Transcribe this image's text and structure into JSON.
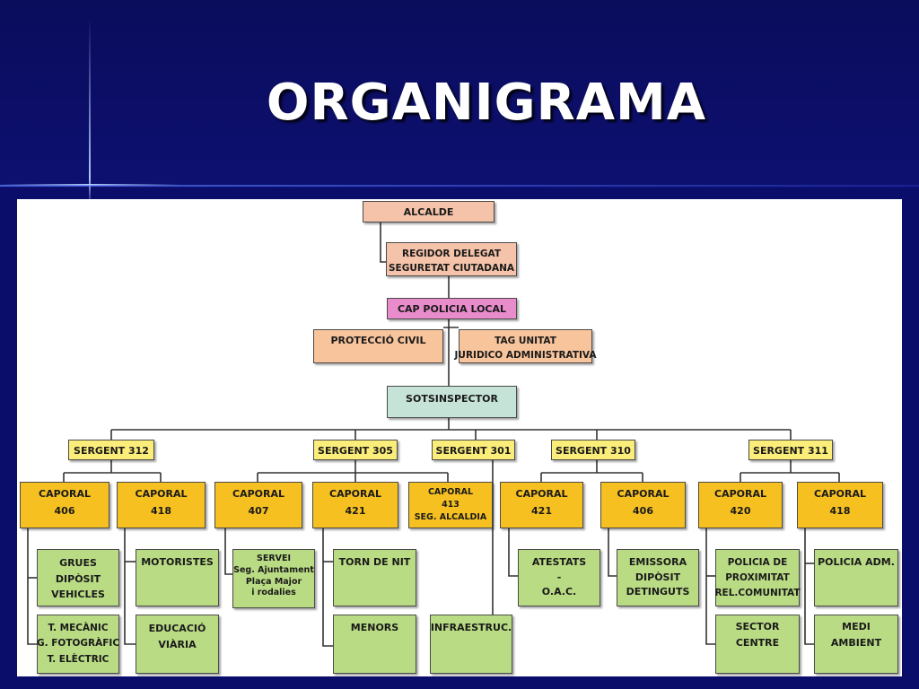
{
  "title": "ORGANIGRAMA",
  "nodes": {
    "alcalde": [
      "ALCALDE"
    ],
    "regidor": [
      "REGIDOR DELEGAT",
      "SEGURETAT CIUTADANA"
    ],
    "cap_policia": [
      "CAP POLICIA LOCAL"
    ],
    "proteccio_civil": [
      "PROTECCIÓ CIVIL"
    ],
    "tag_unitat": [
      "TAG UNITAT",
      "JURIDICO ADMINISTRATIVA"
    ],
    "sotsinspector": [
      "SOTSINSPECTOR"
    ],
    "sergent_312": [
      "SERGENT 312"
    ],
    "sergent_305": [
      "SERGENT 305"
    ],
    "sergent_301": [
      "SERGENT 301"
    ],
    "sergent_310": [
      "SERGENT 310"
    ],
    "sergent_311": [
      "SERGENT 311"
    ],
    "caporal_406_a": [
      "CAPORAL",
      "406"
    ],
    "caporal_418_a": [
      "CAPORAL",
      "418"
    ],
    "caporal_407": [
      "CAPORAL",
      "407"
    ],
    "caporal_421_a": [
      "CAPORAL",
      "421"
    ],
    "caporal_413": [
      "CAPORAL",
      "413",
      "SEG. ALCALDIA"
    ],
    "caporal_421_b": [
      "CAPORAL",
      "421"
    ],
    "caporal_406_b": [
      "CAPORAL",
      "406"
    ],
    "caporal_420": [
      "CAPORAL",
      "420"
    ],
    "caporal_418_b": [
      "CAPORAL",
      "418"
    ],
    "grues": [
      "GRUES",
      "DIPÒSIT",
      "VEHICLES"
    ],
    "t_mecanic": [
      "T. MECÀNIC",
      "G. FOTOGRÀFIC",
      "T. ELÈCTRIC"
    ],
    "motoristes": [
      "MOTORISTES"
    ],
    "educacio": [
      "EDUCACIÓ",
      "VIÀRIA"
    ],
    "servei": [
      "SERVEI",
      "Seg. Ajuntament",
      "Plaça Major",
      "i rodalies"
    ],
    "torn_nit": [
      "TORN DE NIT"
    ],
    "menors": [
      "MENORS"
    ],
    "infraestruc": [
      "INFRAESTRUC."
    ],
    "atestats": [
      "ATESTATS",
      "-",
      "O.A.C."
    ],
    "emissora": [
      "EMISSORA",
      "DIPÒSIT",
      "DETINGUTS"
    ],
    "policia_prox": [
      "POLICIA DE",
      "PROXIMITAT",
      "REL.COMUNITAT"
    ],
    "sector_centre": [
      "SECTOR",
      "CENTRE"
    ],
    "policia_adm": [
      "POLICIA ADM."
    ],
    "medi_ambient": [
      "MEDI",
      "AMBIENT"
    ]
  },
  "colors": {
    "background": "#0b0d6b",
    "top_level": "#f4c3a9",
    "cap_policia": "#e88ccb",
    "staff": "#f8c49c",
    "sotsinspector": "#c6e3d8",
    "sergent": "#fbed7a",
    "caporal": "#f5c020",
    "unit": "#b9db84"
  }
}
